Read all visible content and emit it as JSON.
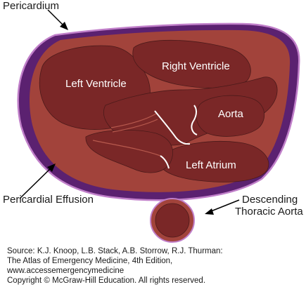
{
  "labels": {
    "pericardium": "Pericardium",
    "right_ventricle": "Right Ventricle",
    "left_ventricle": "Left Ventricle",
    "aorta": "Aorta",
    "left_atrium": "Left Atrium",
    "descending_line1": "Descending",
    "descending_line2": "Thoracic Aorta",
    "pericardial_effusion": "Pericardial Effusion"
  },
  "source": {
    "line1": "Source: K.J. Knoop, L.B. Stack, A.B. Storrow, R.J. Thurman:",
    "line2": "The Atlas of Emergency Medicine, 4th Edition,",
    "line3": "www.accessemergencymedicine",
    "line4": "Copyright © McGraw-Hill Education. All rights reserved."
  },
  "colors": {
    "pericardium_purple": "#5b2170",
    "pericardium_outline": "#c07fc9",
    "effusion": "#a2433b",
    "chamber": "#7a2727"
  }
}
